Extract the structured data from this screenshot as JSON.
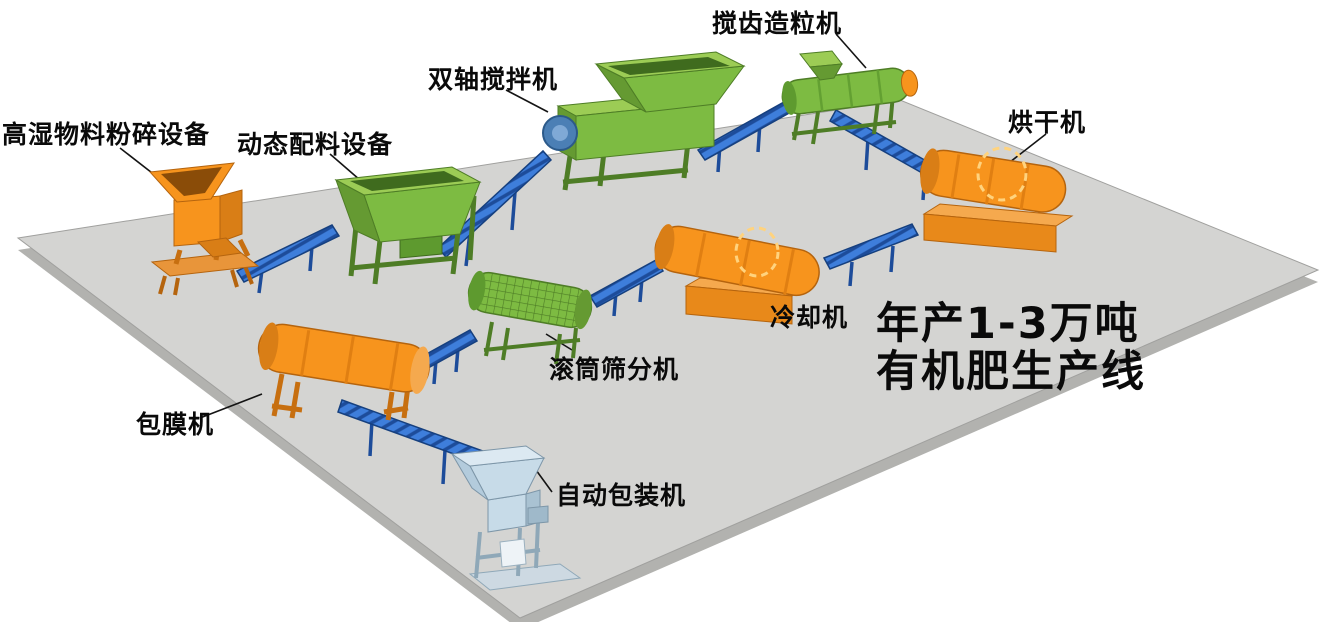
{
  "diagram": {
    "title": {
      "line1": "年产1-3万吨",
      "line2": "有机肥生产线"
    },
    "machines": [
      {
        "id": "crusher",
        "label": "高湿物料粉碎设备"
      },
      {
        "id": "batching",
        "label": "动态配料设备"
      },
      {
        "id": "mixer",
        "label": "双轴搅拌机"
      },
      {
        "id": "granulator",
        "label": "搅齿造粒机"
      },
      {
        "id": "dryer",
        "label": "烘干机"
      },
      {
        "id": "cooler",
        "label": "冷却机"
      },
      {
        "id": "screener",
        "label": "滚筒筛分机"
      },
      {
        "id": "coating",
        "label": "包膜机"
      },
      {
        "id": "packaging",
        "label": "自动包装机"
      }
    ],
    "colors": {
      "machine_orange": "#F7941D",
      "machine_green": "#7DBB42",
      "conveyor_blue": "#3E7EDB",
      "platform_gray": "#D4D4D2",
      "packaging_blue": "#C7DBE8",
      "text_black": "#0A0A0A"
    }
  }
}
